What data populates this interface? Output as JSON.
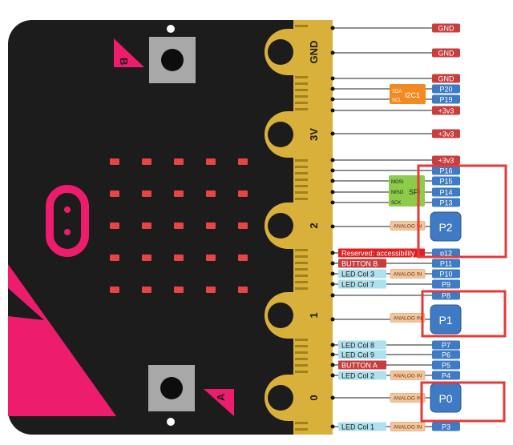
{
  "board": {
    "button_b_label": "B",
    "button_a_label": "A",
    "pads": [
      {
        "id": "gnd",
        "label": "GND"
      },
      {
        "id": "3v",
        "label": "3V"
      },
      {
        "id": "2",
        "label": "2"
      },
      {
        "id": "1",
        "label": "1"
      },
      {
        "id": "0",
        "label": "0"
      }
    ],
    "led_rows": 5,
    "led_cols": 5
  },
  "pins": [
    {
      "id": "gnd1",
      "label": "GND",
      "kind": "power-red"
    },
    {
      "id": "gnd2",
      "label": "GND",
      "kind": "power-red"
    },
    {
      "id": "gnd3",
      "label": "GND",
      "kind": "power-red"
    },
    {
      "id": "p20",
      "label": "P20",
      "kind": "pin-blue"
    },
    {
      "id": "p19",
      "label": "P19",
      "kind": "pin-blue"
    },
    {
      "id": "v1",
      "label": "+3v3",
      "kind": "power-red"
    },
    {
      "id": "v2",
      "label": "+3v3",
      "kind": "power-red"
    },
    {
      "id": "v3",
      "label": "+3v3",
      "kind": "power-red"
    },
    {
      "id": "p16",
      "label": "P16",
      "kind": "pin-blue"
    },
    {
      "id": "p15",
      "label": "P15",
      "kind": "pin-blue"
    },
    {
      "id": "p14",
      "label": "P14",
      "kind": "pin-blue"
    },
    {
      "id": "p13",
      "label": "P13",
      "kind": "pin-blue"
    },
    {
      "id": "p2",
      "label": "P2",
      "kind": "pin-big"
    },
    {
      "id": "p12",
      "label": "p12",
      "kind": "pin-blue"
    },
    {
      "id": "p11",
      "label": "P11",
      "kind": "pin-blue"
    },
    {
      "id": "p10",
      "label": "P10",
      "kind": "pin-blue"
    },
    {
      "id": "p9",
      "label": "P9",
      "kind": "pin-blue"
    },
    {
      "id": "p8",
      "label": "P8",
      "kind": "pin-blue"
    },
    {
      "id": "p1",
      "label": "P1",
      "kind": "pin-big"
    },
    {
      "id": "p7",
      "label": "P7",
      "kind": "pin-blue"
    },
    {
      "id": "p6",
      "label": "P6",
      "kind": "pin-blue"
    },
    {
      "id": "p5",
      "label": "P5",
      "kind": "pin-blue"
    },
    {
      "id": "p4",
      "label": "P4",
      "kind": "pin-blue"
    },
    {
      "id": "p0",
      "label": "P0",
      "kind": "pin-big"
    },
    {
      "id": "p3",
      "label": "P3",
      "kind": "pin-blue"
    }
  ],
  "functions": [
    {
      "id": "reserved",
      "label": "Reserved: accessibility",
      "kind": "fn-red"
    },
    {
      "id": "button-b",
      "label": "BUTTON B",
      "kind": "fn-red"
    },
    {
      "id": "led-col-3",
      "label": "LED Col 3",
      "kind": "fn-cyan"
    },
    {
      "id": "led-col-7",
      "label": "LED Col 7",
      "kind": "fn-cyan"
    },
    {
      "id": "led-col-8",
      "label": "LED Col 8",
      "kind": "fn-cyan"
    },
    {
      "id": "led-col-9",
      "label": "LED Col 9",
      "kind": "fn-cyan"
    },
    {
      "id": "button-a",
      "label": "BUTTON A",
      "kind": "fn-red"
    },
    {
      "id": "led-col-2",
      "label": "LED Col 2",
      "kind": "fn-cyan"
    },
    {
      "id": "led-col-1",
      "label": "LED Col 1",
      "kind": "fn-cyan"
    }
  ],
  "analog_in_label": "ANALOG IN",
  "i2c": {
    "title": "I2C1",
    "sda": "SDA",
    "scl": "SCL"
  },
  "spi": {
    "title": "SPI",
    "mosi": "MOSI",
    "miso": "MISO",
    "sck": "SCK"
  },
  "colors": {
    "board": "#1c1c1c",
    "edge_gold": "#d9b13a",
    "accent_pink": "#ee1c6c",
    "led_red": "#e5463f",
    "power_red": "#c93d3d",
    "pin_blue": "#3e7bc4",
    "fn_cyan": "#aee0ee",
    "analog_orange": "#f5c49a",
    "i2c_orange": "#f28a22",
    "spi_green": "#8ccc4a",
    "highlight_red": "#e33a3a"
  }
}
